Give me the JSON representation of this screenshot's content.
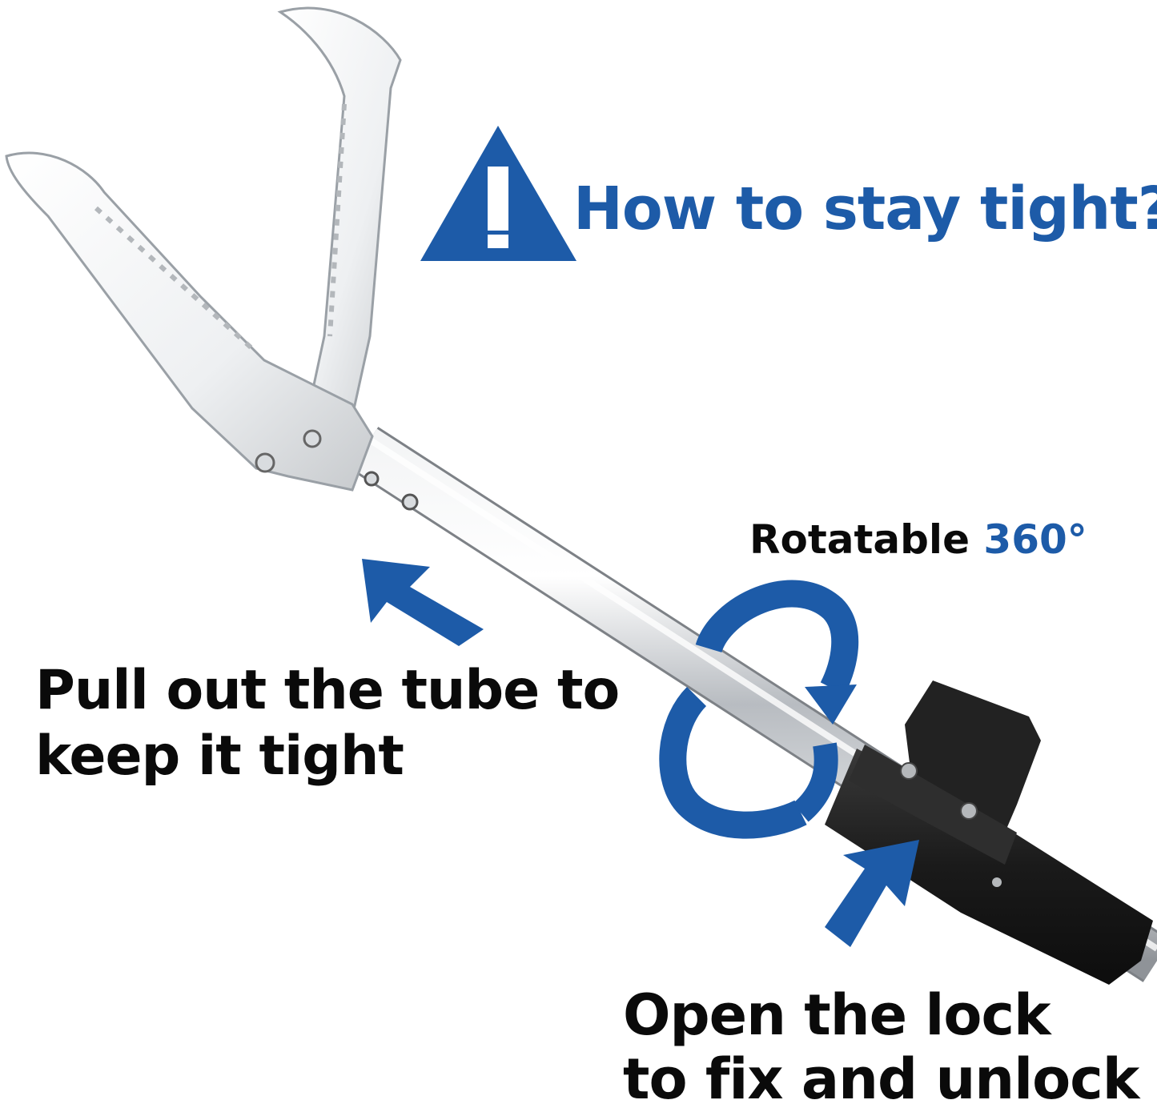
{
  "colors": {
    "accent": "#1d5ba8",
    "text": "#0a0a0a",
    "steel": "#c9ccd0",
    "handle": "#1a1a1a"
  },
  "icons": [
    "warning-triangle-icon",
    "arrow-icon",
    "rotate-360-icon"
  ],
  "heading": {
    "text": "How to stay tight?"
  },
  "rotate": {
    "word": "Rotatable",
    "value": "360°"
  },
  "pull": {
    "line1": "Pull out the tube to",
    "line2": "keep it tight"
  },
  "lock": {
    "line1": "Open the lock",
    "line2": "to fix and unlock"
  }
}
